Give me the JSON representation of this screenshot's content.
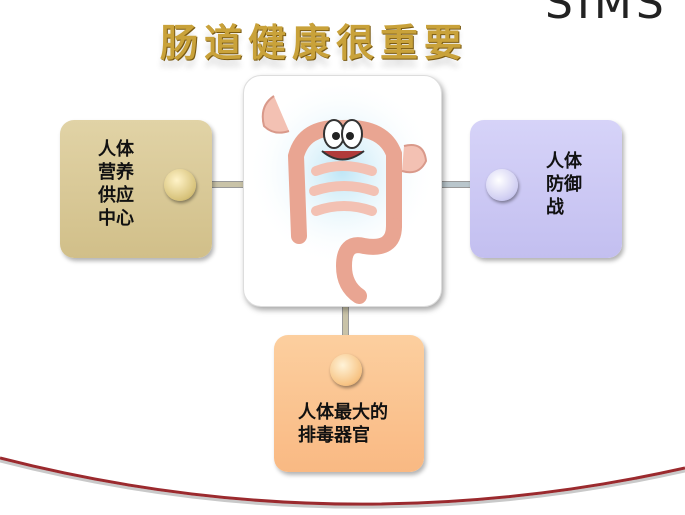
{
  "title": "肠道健康很重要",
  "corner_text": "SIMS",
  "nodes": {
    "left": {
      "line1": "人体",
      "line2": "营养",
      "line3": "供应",
      "line4": "中心"
    },
    "right": {
      "line1": "人体",
      "line2": "防御",
      "line3": "战"
    },
    "bottom": {
      "line1": "人体最大的",
      "line2": "排毒器官"
    }
  },
  "colors": {
    "left": "#d8c796",
    "right": "#ccc9f4",
    "bottom": "#fbc38e",
    "arc": "#9b2a2e"
  }
}
